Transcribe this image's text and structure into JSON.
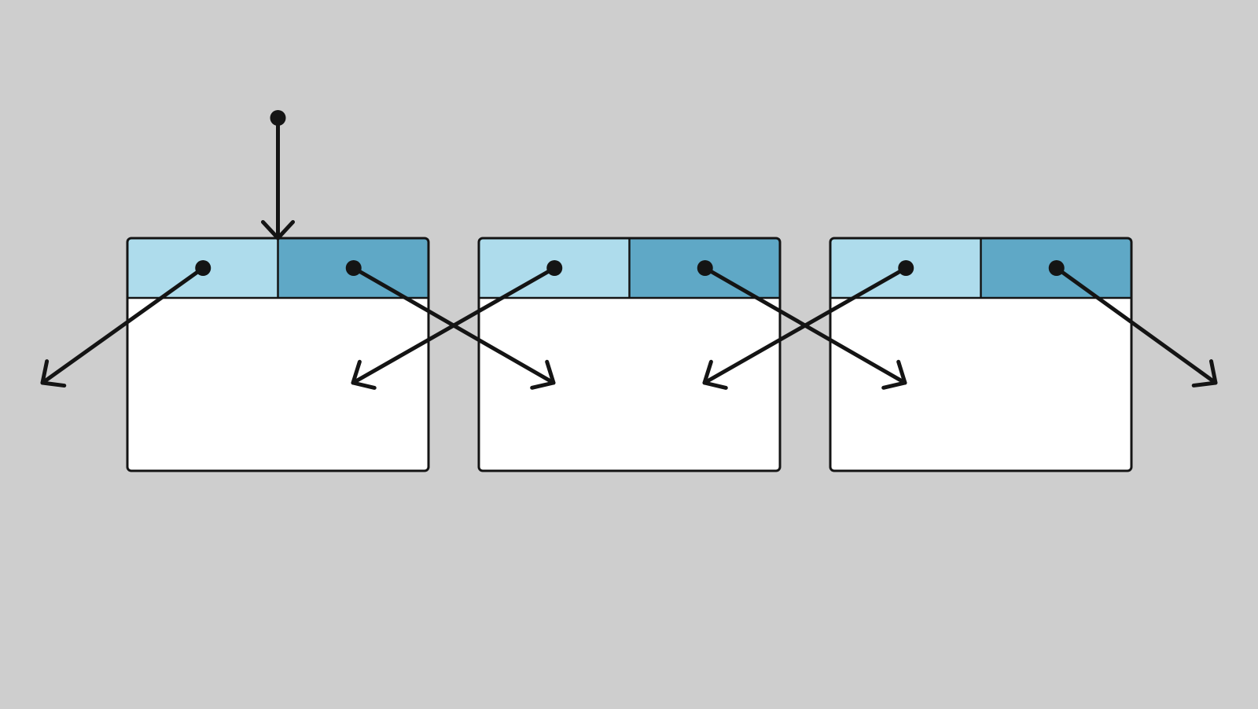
{
  "colors": {
    "background": "#cecece",
    "prev_field": "#aedcec",
    "next_field": "#5fa8c6",
    "body": "#ffffff",
    "stroke": "#141414"
  },
  "diagram": {
    "type": "doubly-linked-list",
    "head_pointer": {
      "target_node": 0
    },
    "nodes": [
      {
        "index": 0,
        "fields": [
          "prev",
          "next"
        ],
        "prev_points_to": "outside-left",
        "next_points_to": 1
      },
      {
        "index": 1,
        "fields": [
          "prev",
          "next"
        ],
        "prev_points_to": 0,
        "next_points_to": 2
      },
      {
        "index": 2,
        "fields": [
          "prev",
          "next"
        ],
        "prev_points_to": 1,
        "next_points_to": "outside-right"
      }
    ]
  }
}
